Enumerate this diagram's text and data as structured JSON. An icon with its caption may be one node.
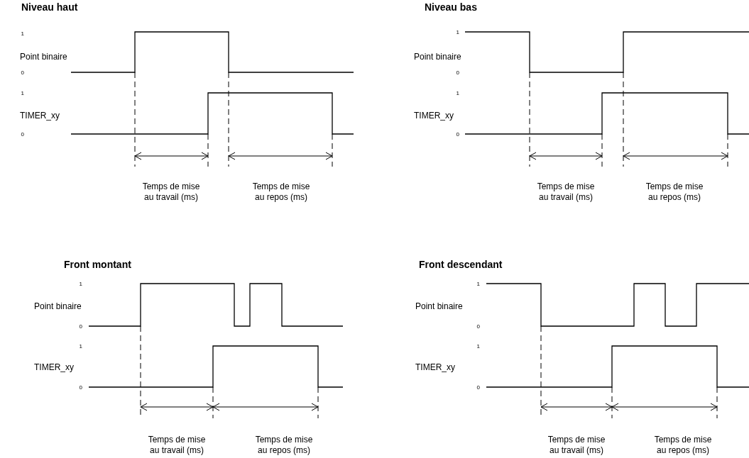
{
  "diagram": {
    "labels": [
      "Niveau haut",
      "1",
      "Point binaire",
      "0",
      "1",
      "TIMER_xy",
      "0",
      "Temps de mise au travail (ms)",
      "Temps de mise au repos (ms)",
      "Niveau bas",
      "1",
      "Point binaire",
      "0",
      "1",
      "TIMER_xy",
      "0",
      "Temps de mise au travail (ms)",
      "Temps de mise au repos (ms)",
      "Front montant",
      "1",
      "Point binaire",
      "0",
      "1",
      "TIMER_xy",
      "0",
      "Temps de mise au travail (ms)",
      "Temps de mise au repos (ms)",
      "Front descendant",
      "1",
      "Point binaire",
      "0",
      "1",
      "TIMER_xy",
      "0",
      "Temps de mise au travail (ms)",
      "Temps de mise au repos (ms)"
    ]
  }
}
